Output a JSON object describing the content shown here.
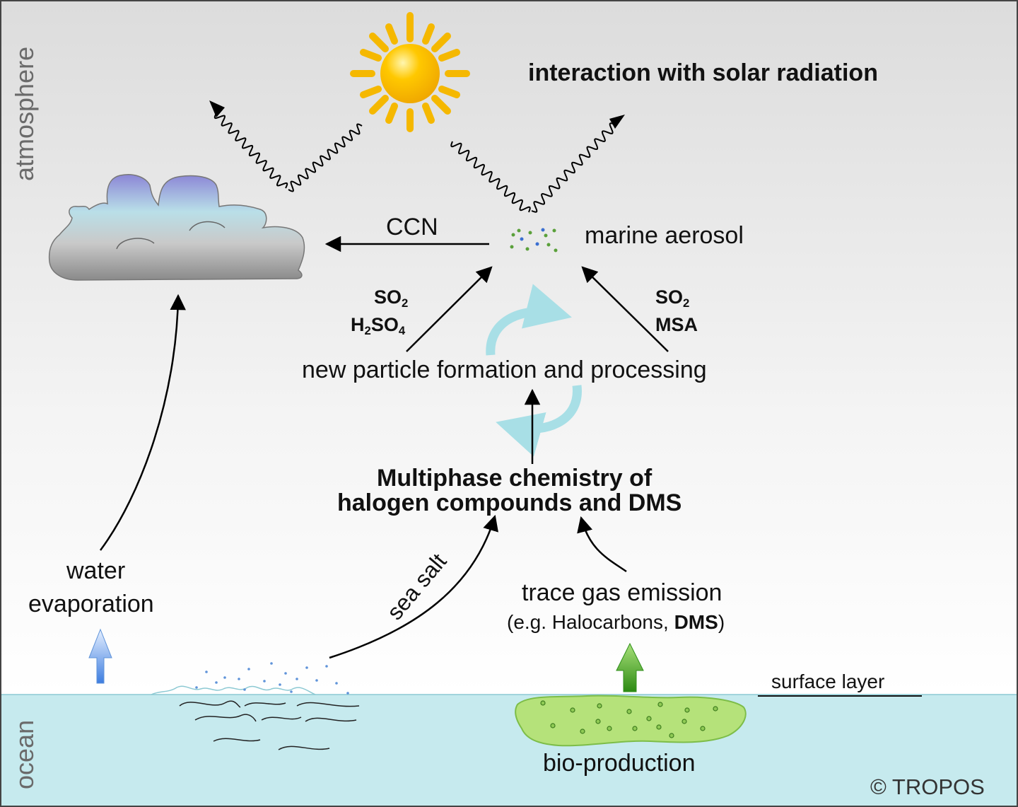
{
  "labels": {
    "atmosphere": "atmosphere",
    "ocean": "ocean",
    "solar": "interaction with solar radiation",
    "ccn": "CCN",
    "marine_aerosol": "marine aerosol",
    "so2_left": "SO",
    "so2_left_sub": "2",
    "h2so4_a": "H",
    "h2so4_sub1": "2",
    "h2so4_b": "SO",
    "h2so4_sub2": "4",
    "so2_right": "SO",
    "so2_right_sub": "2",
    "msa": "MSA",
    "npf": "new particle formation and processing",
    "multiphase_1": "Multiphase chemistry of",
    "multiphase_2": "halogen compounds and DMS",
    "water": "water",
    "evaporation": "evaporation",
    "sea_salt": "sea salt",
    "trace_gas": "trace gas emission",
    "trace_eg_pre": "(e.g. Halocarbons, ",
    "trace_eg_dms": "DMS",
    "trace_eg_post": ")",
    "surface_layer": "surface layer",
    "bio_production": "bio-production",
    "copyright": "© TROPOS"
  },
  "colors": {
    "ocean": "#c6eaee",
    "sun": "#f5b800",
    "cycle_arrow": "#a8dfe6",
    "bio_blob": "#b5e27a",
    "green_arrow": "#2f8f1a",
    "blue_arrow": "#5f93d9",
    "cloud_top": "#8b86d6"
  },
  "icons": [
    "sun-icon",
    "cloud-icon",
    "wavy-arrow-icon",
    "cycle-arrows-icon",
    "up-arrow-icon"
  ]
}
